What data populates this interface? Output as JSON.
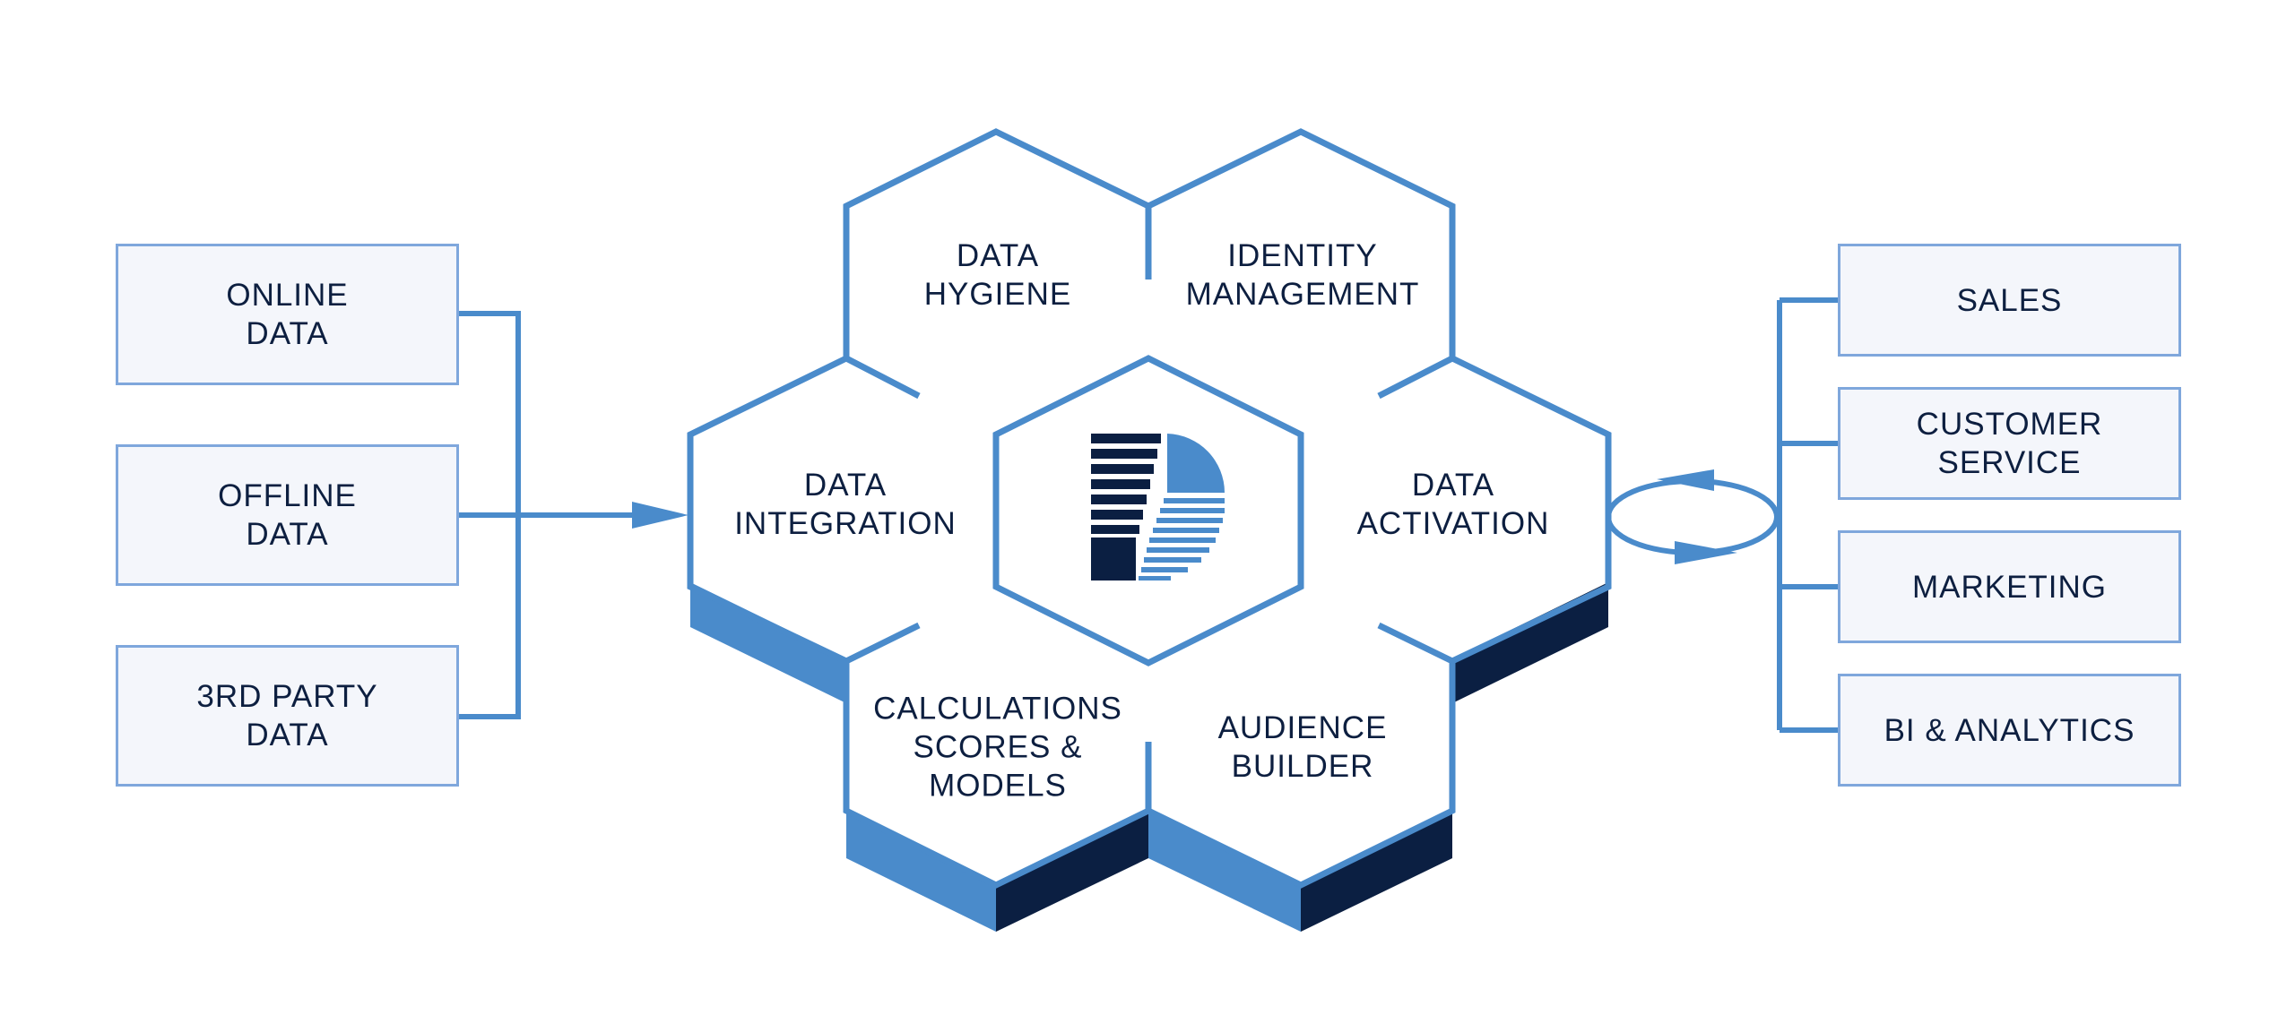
{
  "colors": {
    "blue": "#4a8bcb",
    "navy": "#0b1f42",
    "box_fill": "#f4f6fb",
    "box_border": "#7fa7dc",
    "text": "#0d1f40"
  },
  "inputs": [
    {
      "label": "ONLINE\nDATA"
    },
    {
      "label": "OFFLINE\nDATA"
    },
    {
      "label": "3RD PARTY\nDATA"
    }
  ],
  "hexagons": {
    "top_left": "DATA\nHYGIENE",
    "top_right": "IDENTITY\nMANAGEMENT",
    "mid_left": "DATA\nINTEGRATION",
    "mid_right": "DATA\nACTIVATION",
    "bottom_left": "CALCULATIONS\nSCORES &\nMODELS",
    "bottom_right": "AUDIENCE\nBUILDER"
  },
  "center_icon": "logo-d-icon",
  "outputs": [
    {
      "label": "SALES"
    },
    {
      "label": "CUSTOMER\nSERVICE"
    },
    {
      "label": "MARKETING"
    },
    {
      "label": "BI & ANALYTICS"
    }
  ],
  "cycle_icon": "sync-cycle-icon"
}
